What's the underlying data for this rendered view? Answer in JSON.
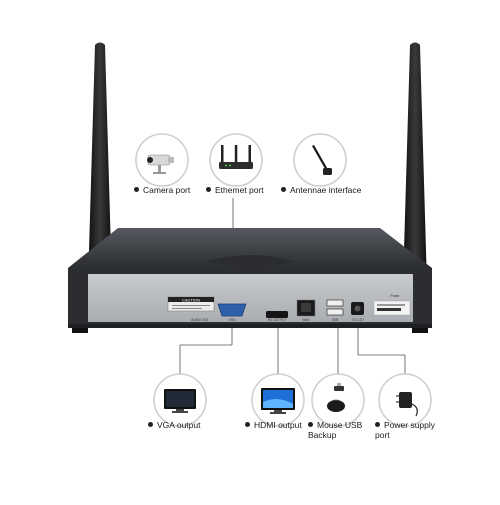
{
  "callouts_top": {
    "camera": "Camera port",
    "ethernet": "Ethemet port",
    "antenna": "Antennae interface"
  },
  "callouts_bottom": {
    "vga": "VGA output",
    "hdmi": "HDMI output",
    "usb_line1": "Mouse USB",
    "usb_line2": "Backup",
    "power_line1": "Power supply",
    "power_line2": "port"
  },
  "panel_text": {
    "caution": "CAUTION",
    "audio_out": "AUDIO OUT",
    "vga": "VGA",
    "hd_output": "HD OUTPUT",
    "wan": "WAN",
    "usb": "USB",
    "dc": "DC 12V",
    "power": "Power"
  },
  "colors": {
    "device_body": "#3a3d42",
    "panel": "#bfc1c4",
    "antenna": "#1c1c1c",
    "vga_port": "#2f5fa8",
    "callout_line": "#555555"
  }
}
